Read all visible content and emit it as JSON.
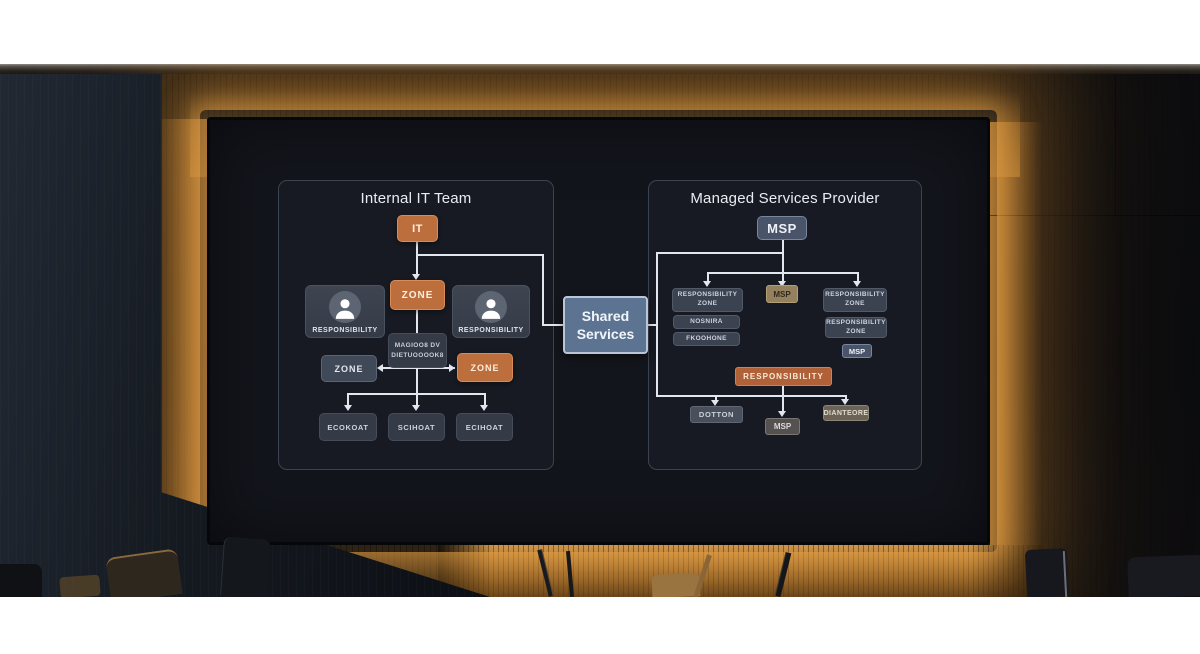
{
  "screen": {
    "left_panel": {
      "title": "Internal IT Team",
      "root": "IT",
      "zone_center": "ZONE",
      "card_left": "RESPONSIBILITY",
      "card_right": "RESPONSIBILITY",
      "mid_line1": "MAGIOO8 DV",
      "mid_line2": "DIETUOOOOK8",
      "zone_left": "ZONE",
      "zone_right": "ZONE",
      "bottom_nodes": [
        "ECOKOAT",
        "SCIHOAT",
        "ECIHOAT"
      ]
    },
    "shared_services": {
      "label": "Shared Services"
    },
    "right_panel": {
      "title": "Managed Services Provider",
      "root": "MSP",
      "left_column": [
        "RESPONSIBILITY ZONE",
        "NOSNIRA",
        "FKOOHONE"
      ],
      "center_tan": "MSP",
      "right_column": [
        "RESPONSIBILITY ZONE",
        "RESPONSIBILITY ZONE",
        "MSP"
      ],
      "responsibility_bar": "RESPONSIBILITY",
      "bottom_nodes": [
        "DOTTON",
        "MSP",
        "DIANTEORE"
      ]
    }
  },
  "colors": {
    "accent_orange": "#bd6e3d",
    "responsibility_orange": "#b06138",
    "node_slate": "#404957",
    "shared_blue": "#5d7392",
    "msp_slate": "#4a5468",
    "tan_node": "#95815e",
    "wood_glow": "#d09547",
    "screen_bg": "#13151c"
  }
}
